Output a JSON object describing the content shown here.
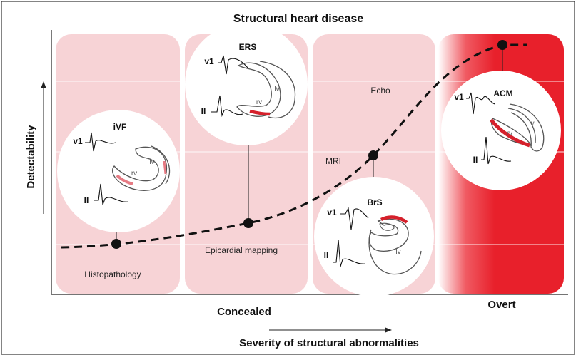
{
  "title": "Structural heart disease",
  "y_axis_label": "Detectability",
  "x_axis_label": "Severity of structural abnormalities",
  "concealed_label": "Concealed",
  "overt_label": "Overt",
  "methods": [
    "Histopathology",
    "Epicardial mapping",
    "MRI",
    "Echo"
  ],
  "conditions": [
    {
      "name": "iVF",
      "lead1": "v1",
      "lead2": "II",
      "rv": "rv",
      "lv": "lv"
    },
    {
      "name": "ERS",
      "lead1": "v1",
      "lead2": "II",
      "rv": "rv",
      "lv": "lv"
    },
    {
      "name": "BrS",
      "lead1": "v1",
      "lead2": "II",
      "rv": "",
      "lv": "lv"
    },
    {
      "name": "ACM",
      "lead1": "v1",
      "lead2": "II",
      "rv": "rv",
      "lv": "lv"
    }
  ],
  "colors": {
    "panel_fill": "#f7d3d6",
    "overt_red": "#e8202b",
    "scar_red": "#d5202b",
    "frame": "#333333"
  }
}
